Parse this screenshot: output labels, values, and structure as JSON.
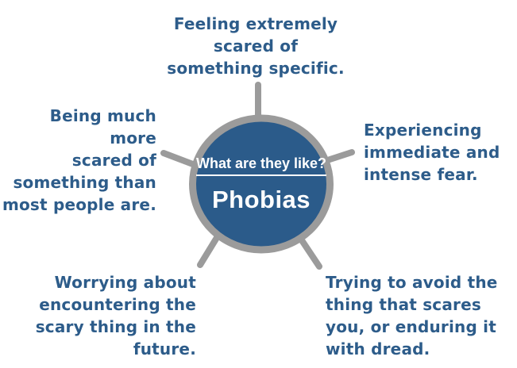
{
  "diagram": {
    "center": {
      "heading": "What are they like?",
      "title": "Phobias"
    },
    "labels": [
      {
        "position": "top",
        "text": "Feeling extremely\nscared of\nsomething specific."
      },
      {
        "position": "left",
        "text": "Being much more\nscared of\nsomething than\nmost people are."
      },
      {
        "position": "right",
        "text": "Experiencing\nimmediate and\nintense fear."
      },
      {
        "position": "bottom-left",
        "text": "Worrying about\nencountering the\nscary thing in the\nfuture."
      },
      {
        "position": "bottom-right",
        "text": "Trying to avoid the\nthing that scares\nyou, or enduring it\nwith dread."
      }
    ],
    "colors": {
      "circle_fill": "#2b5b8a",
      "ring_gray": "#9b9b9b",
      "label_blue": "#2d5c8a",
      "center_text": "#ffffff"
    }
  }
}
